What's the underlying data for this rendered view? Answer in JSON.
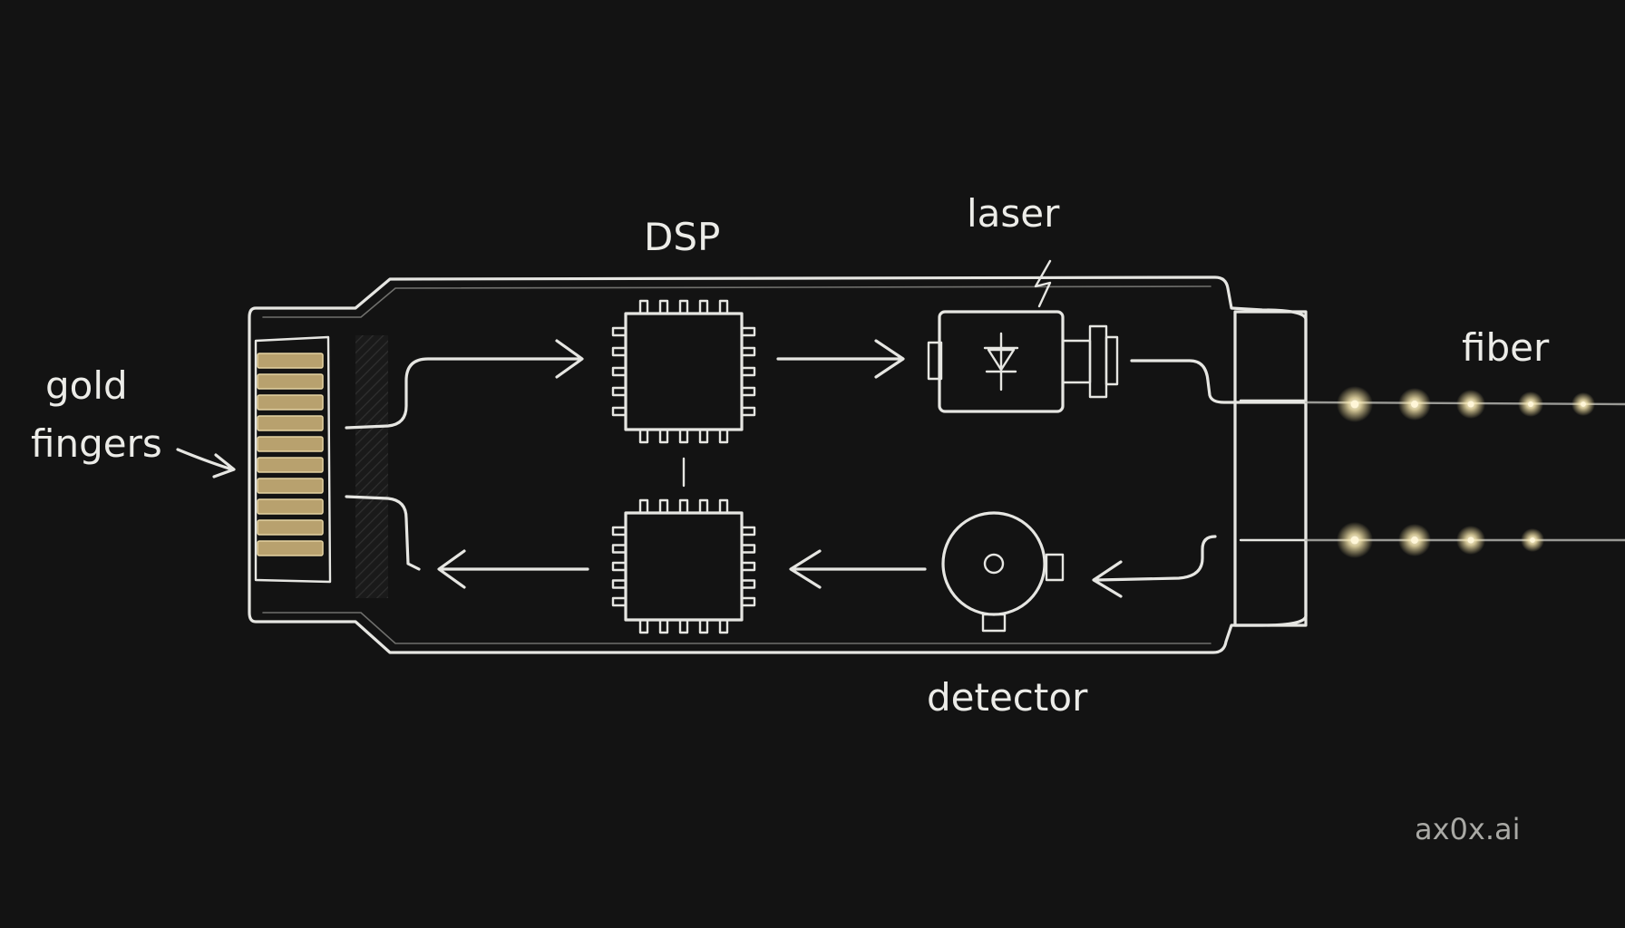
{
  "labels": {
    "dsp": "DSP",
    "laser": "laser",
    "fiber": "fiber",
    "detector": "detector",
    "gold_line1": "gold",
    "gold_line2": "fingers"
  },
  "watermark": "ax0x.ai",
  "colors": {
    "background": "#131313",
    "chalk": "#e6e6e2",
    "gold": "#b8a16e",
    "fiber_glow": "#fff6d8"
  }
}
